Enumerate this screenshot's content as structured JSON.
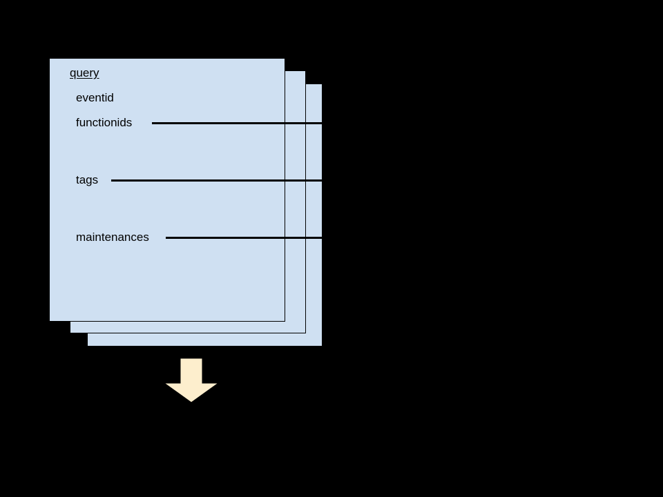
{
  "diagram": {
    "background_color": "#000000",
    "card_fill_color": "#cfe0f2",
    "card_border_color": "#000000",
    "arrow_fill_color": "#fdeecd",
    "arrow_stroke_color": "#000000",
    "line_color": "#000000",
    "stack": {
      "count": 3,
      "title": "query",
      "fields": [
        {
          "label": "eventid",
          "has_leader_line": false
        },
        {
          "label": "functionids",
          "has_leader_line": true
        },
        {
          "label": "tags",
          "has_leader_line": true
        },
        {
          "label": "maintenances",
          "has_leader_line": true
        }
      ]
    },
    "arrow": {
      "direction": "down",
      "icon": "arrow-down-icon"
    }
  }
}
